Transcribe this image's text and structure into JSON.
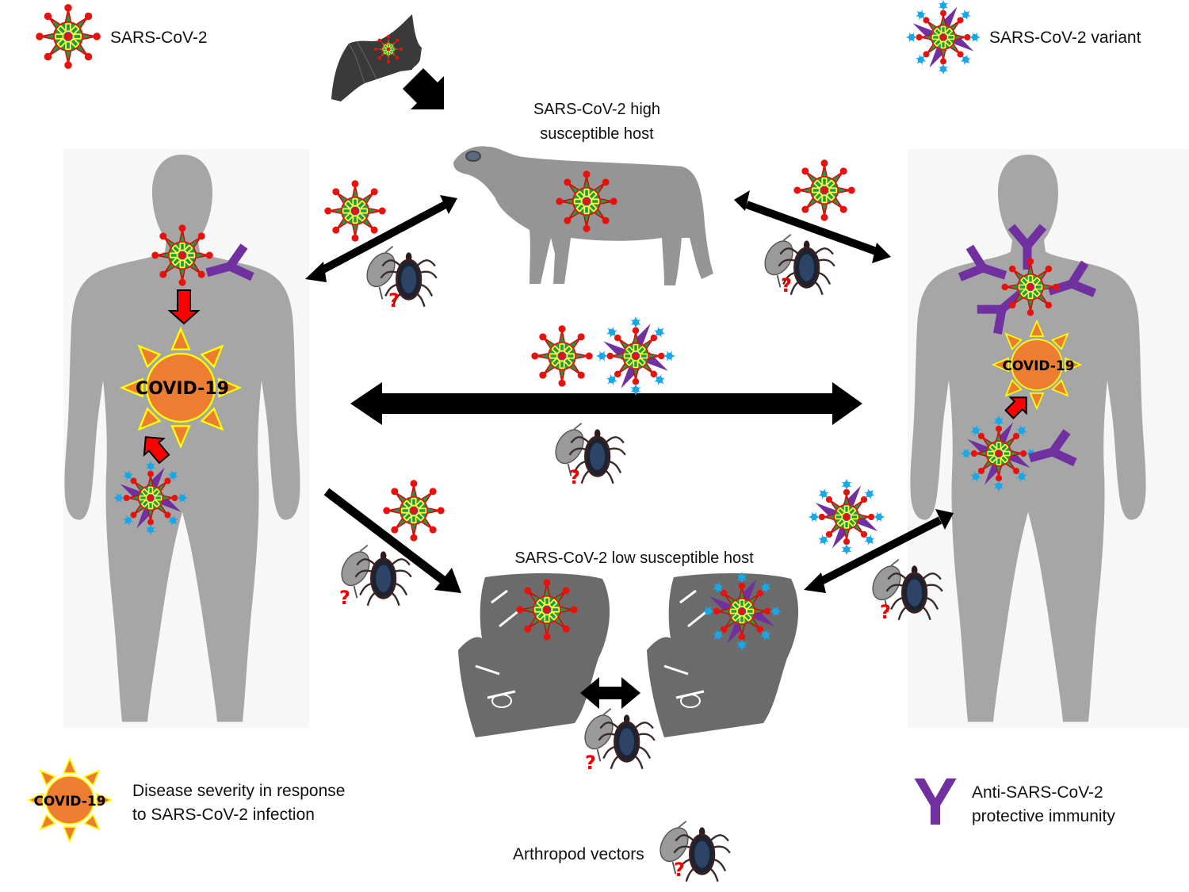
{
  "legend": {
    "virus_label": "SARS-CoV-2",
    "variant_label": "SARS-CoV-2 variant",
    "disease_badge": "COVID-19",
    "disease_label_line1": "Disease severity in response",
    "disease_label_line2": "to SARS-CoV-2 infection",
    "antibody_label_line1": "Anti-SARS-CoV-2",
    "antibody_label_line2": "protective immunity",
    "vectors_label": "Arthropod vectors"
  },
  "hosts": {
    "high_line1": "SARS-CoV-2 high",
    "high_line2": "susceptible host",
    "low": "SARS-CoV-2 low susceptible host",
    "left_human_badge": "COVID-19",
    "right_human_badge": "COVID-19"
  },
  "vector_mark": "?",
  "colors": {
    "virus_red": "#e8120c",
    "virus_green": "#1a9a4a",
    "virus_blue": "#3b5fa8",
    "virus_yellow": "#ffff33",
    "variant_spike_cyan": "#1aa7e8",
    "variant_purple": "#7030a0",
    "antibody_purple": "#7030a0",
    "sun_orange": "#ed7d31",
    "sun_outline": "#ffff00",
    "human_gray": "#a6a6a6",
    "sheep_gray": "#959595",
    "cat_gray": "#6b6b6b",
    "arrow_black": "#000000",
    "arrow_red": "#ff0000"
  }
}
